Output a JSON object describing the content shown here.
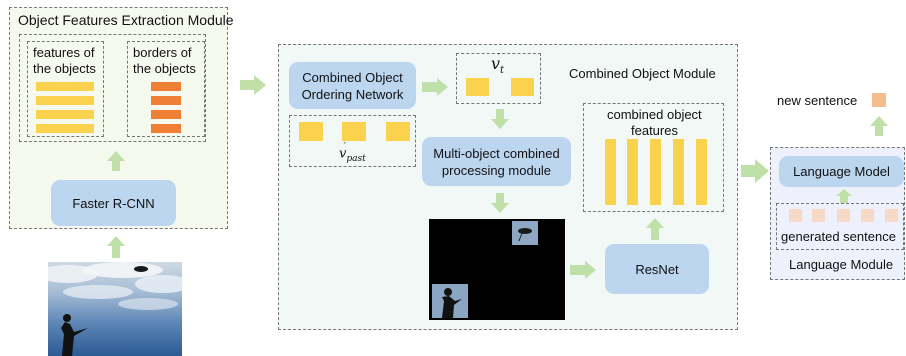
{
  "extraction_module": {
    "title": "Object Features Extraction Module",
    "features_label_line1": "features of",
    "features_label_line2": "the objects",
    "borders_label_line1": "borders of",
    "borders_label_line2": "the objects",
    "faster_rcnn": "Faster R-CNN"
  },
  "combined_module": {
    "title": "Combined Object Module",
    "ordering_line1": "Combined Object",
    "ordering_line2": "Ordering Network",
    "v_t_base": "v",
    "v_t_sub": "t",
    "v_t_prime": "′",
    "v_past_base": "v",
    "v_past_sub": "past",
    "v_past_prime": "′",
    "processing_line1": "Multi-object combined",
    "processing_line2": "processing module",
    "combined_features_line1": "combined object",
    "combined_features_line2": "features",
    "resnet": "ResNet"
  },
  "language_module": {
    "title": "Language Module",
    "new_sentence": "new sentence",
    "language_model": "Language Model",
    "generated_sentence": "generated sentence"
  },
  "colors": {
    "yellow": "#fbd24e",
    "orange": "#ee7f34",
    "arrow_green": "#bfe0a8",
    "button_blue": "#bcd6ef",
    "peach": "#f8d9c6"
  }
}
